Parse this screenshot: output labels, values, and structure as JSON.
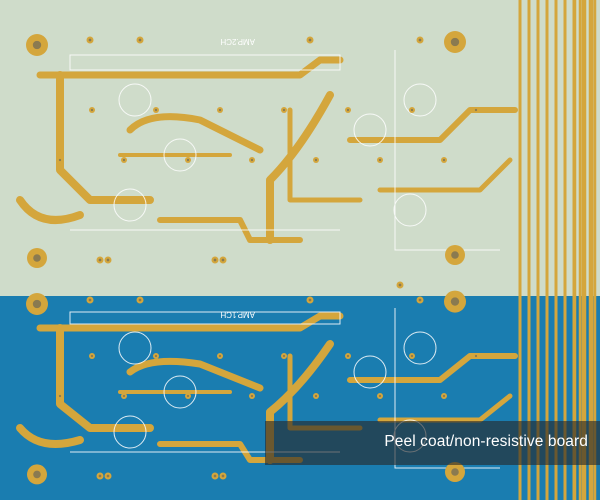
{
  "photo": {
    "subject": "pcb-photo",
    "board_labels": {
      "upper": "AMP.2CH",
      "lower": "AMP.1CH"
    },
    "colors": {
      "upper_board": "#cfdcca",
      "lower_board": "#1a7db0",
      "trace": "#d4a63c",
      "silkscreen": "#ffffff"
    }
  },
  "caption": "Peel coat/non-resistive board"
}
